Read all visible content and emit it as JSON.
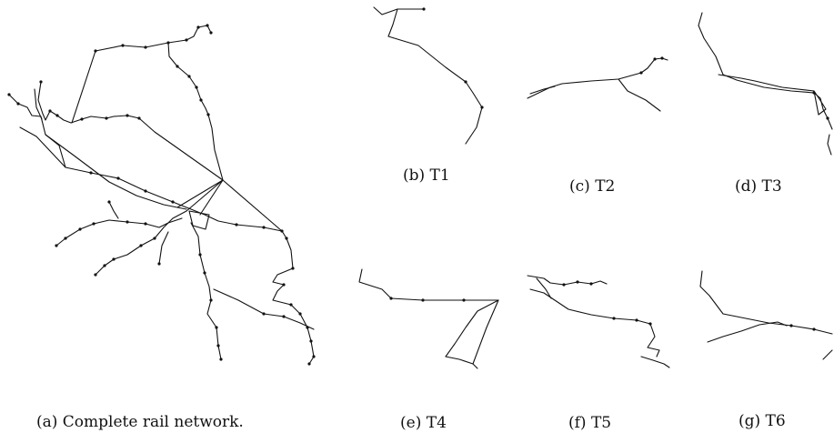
{
  "captions": {
    "a": "(a) Complete rail network.",
    "b": "(b) T1",
    "c": "(c) T2",
    "d": "(d) T3",
    "e": "(e) T4",
    "f": "(f) T5",
    "g": "(g) T6"
  }
}
